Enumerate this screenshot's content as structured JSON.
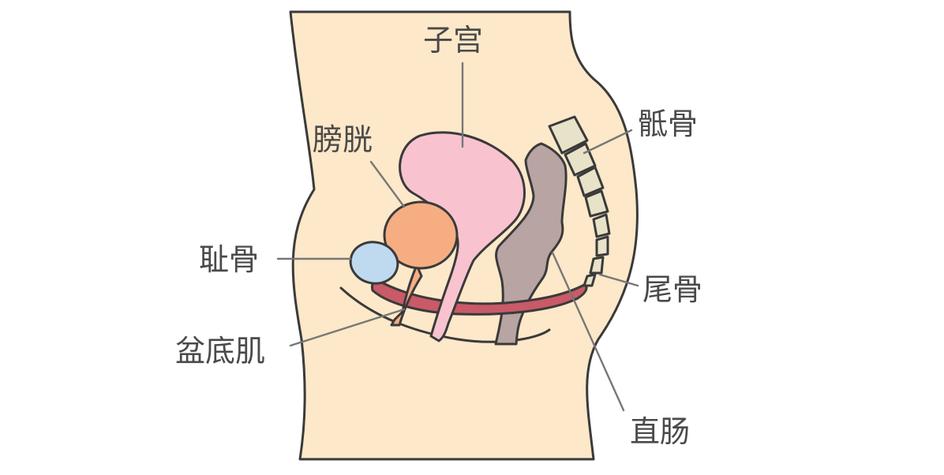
{
  "labels": {
    "uterus": "子宫",
    "bladder": "膀胱",
    "sacrum": "骶骨",
    "pubis": "耻骨",
    "coccyx": "尾骨",
    "pelvic_floor": "盆底肌",
    "rectum": "直肠"
  },
  "colors": {
    "skin": "#fde8c9",
    "uterus": "#f8c3cf",
    "bladder": "#f6ad82",
    "pubis": "#bfd9ef",
    "pelvic_floor_muscle": "#c95a67",
    "rectum": "#b8a4a2",
    "bone": "#e8e2c8",
    "outline": "#3a3a3a",
    "label_text": "#4a4a4a"
  }
}
